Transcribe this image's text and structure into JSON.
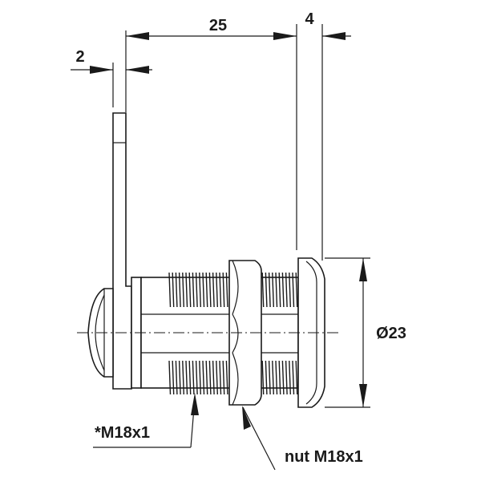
{
  "dimensions": {
    "lock_length": "25",
    "head_thickness": "4",
    "cam_thickness": "2",
    "head_diameter": "Ø23"
  },
  "callouts": {
    "body_thread": "*M18x1",
    "nut_thread": "nut M18x1"
  },
  "colors": {
    "line": "#1a1a1a",
    "background": "#ffffff"
  }
}
